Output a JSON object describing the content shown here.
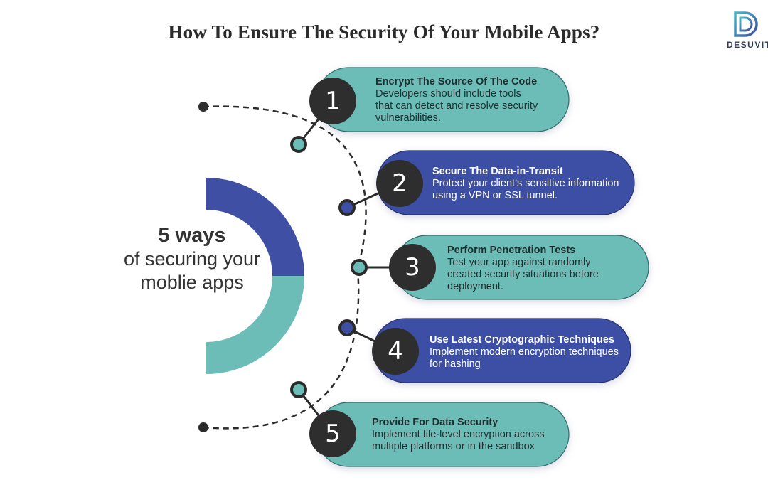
{
  "title": "How To Ensure The Security Of Your Mobile Apps?",
  "brand": {
    "name": "DESUVIT"
  },
  "center": {
    "headline": "5 ways",
    "line1": "of securing your",
    "line2": "moblie apps"
  },
  "steps": [
    {
      "number": "1",
      "title": "Encrypt The Source Of The Code",
      "description": "Developers should include tools\nthat can detect and resolve security\nvulnerabilities."
    },
    {
      "number": "2",
      "title": "Secure The Data-in-Transit",
      "description": "Protect your client’s sensitive information\nusing a VPN or SSL tunnel."
    },
    {
      "number": "3",
      "title": "Perform Penetration Tests",
      "description": "Test your app against randomly\ncreated security situations before\ndeployment."
    },
    {
      "number": "4",
      "title": "Use Latest Cryptographic Techniques",
      "description": "Implement modern encryption techniques\nfor hashing"
    },
    {
      "number": "5",
      "title": "Provide For Data Security",
      "description": "Implement file-level encryption across\nmultiple platforms or in the sandbox"
    }
  ],
  "colors": {
    "teal": "#6cbdb7",
    "blue": "#3e4fa4",
    "dark": "#2b2b2b",
    "title": "#2b2b2b"
  }
}
